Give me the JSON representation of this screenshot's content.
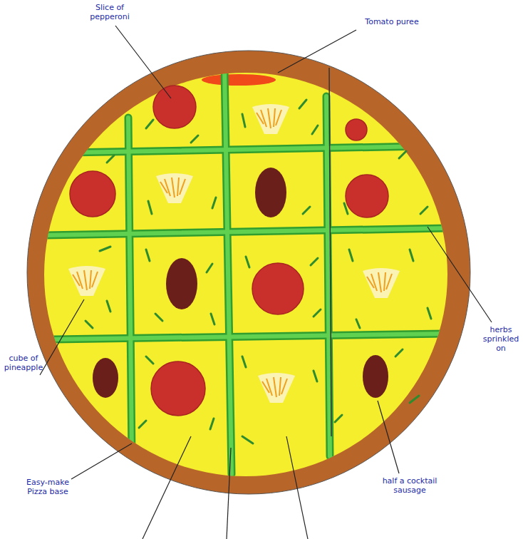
{
  "diagram": {
    "labels": [
      "Slice of pepperoni",
      "Tomato puree",
      "herbs sprinkled on",
      "half a cocktail sausage",
      "cube of pineapple",
      "Easy-make Pizza base"
    ]
  }
}
